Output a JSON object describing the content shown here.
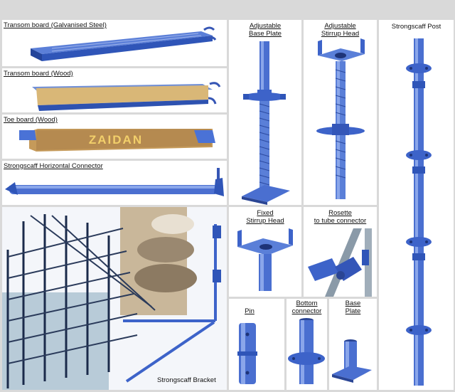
{
  "panels": {
    "transom_steel": {
      "label": "Transom board (Galvanised Steel)"
    },
    "transom_wood": {
      "label": "Transom board (Wood)"
    },
    "toe_board": {
      "label": "Toe board (Wood)",
      "brand": "ZAIDAN"
    },
    "horizontal_connector": {
      "label": "Strongscaff Horizontal Connector"
    },
    "base_plate_adjustable": {
      "label_line1": "Adjustable",
      "label_line2": "Base Plate"
    },
    "stirrup_head_adjustable": {
      "label_line1": "Adjustable",
      "label_line2": "Stirrup Head"
    },
    "post": {
      "label": "Strongscaff Post"
    },
    "bracket": {
      "label": "Strongscaff Bracket"
    },
    "fixed_stirrup_head": {
      "label_line1": "Fixed",
      "label_line2": "Stirrup  Head"
    },
    "rosette_connector": {
      "label_line1": "Rosette",
      "label_line2": "to tube connector"
    },
    "pin": {
      "label": "Pin"
    },
    "bottom_connector": {
      "label_line1": "Bottom",
      "label_line2": "connector"
    },
    "base_plate": {
      "label_line1": "Base",
      "label_line2": "Plate"
    }
  },
  "colors": {
    "steel_blue": "#3d63c9",
    "steel_dark": "#2a4594",
    "steel_light": "#7d9be6",
    "wood": "#d9b777",
    "background": "#d9d9d9"
  }
}
